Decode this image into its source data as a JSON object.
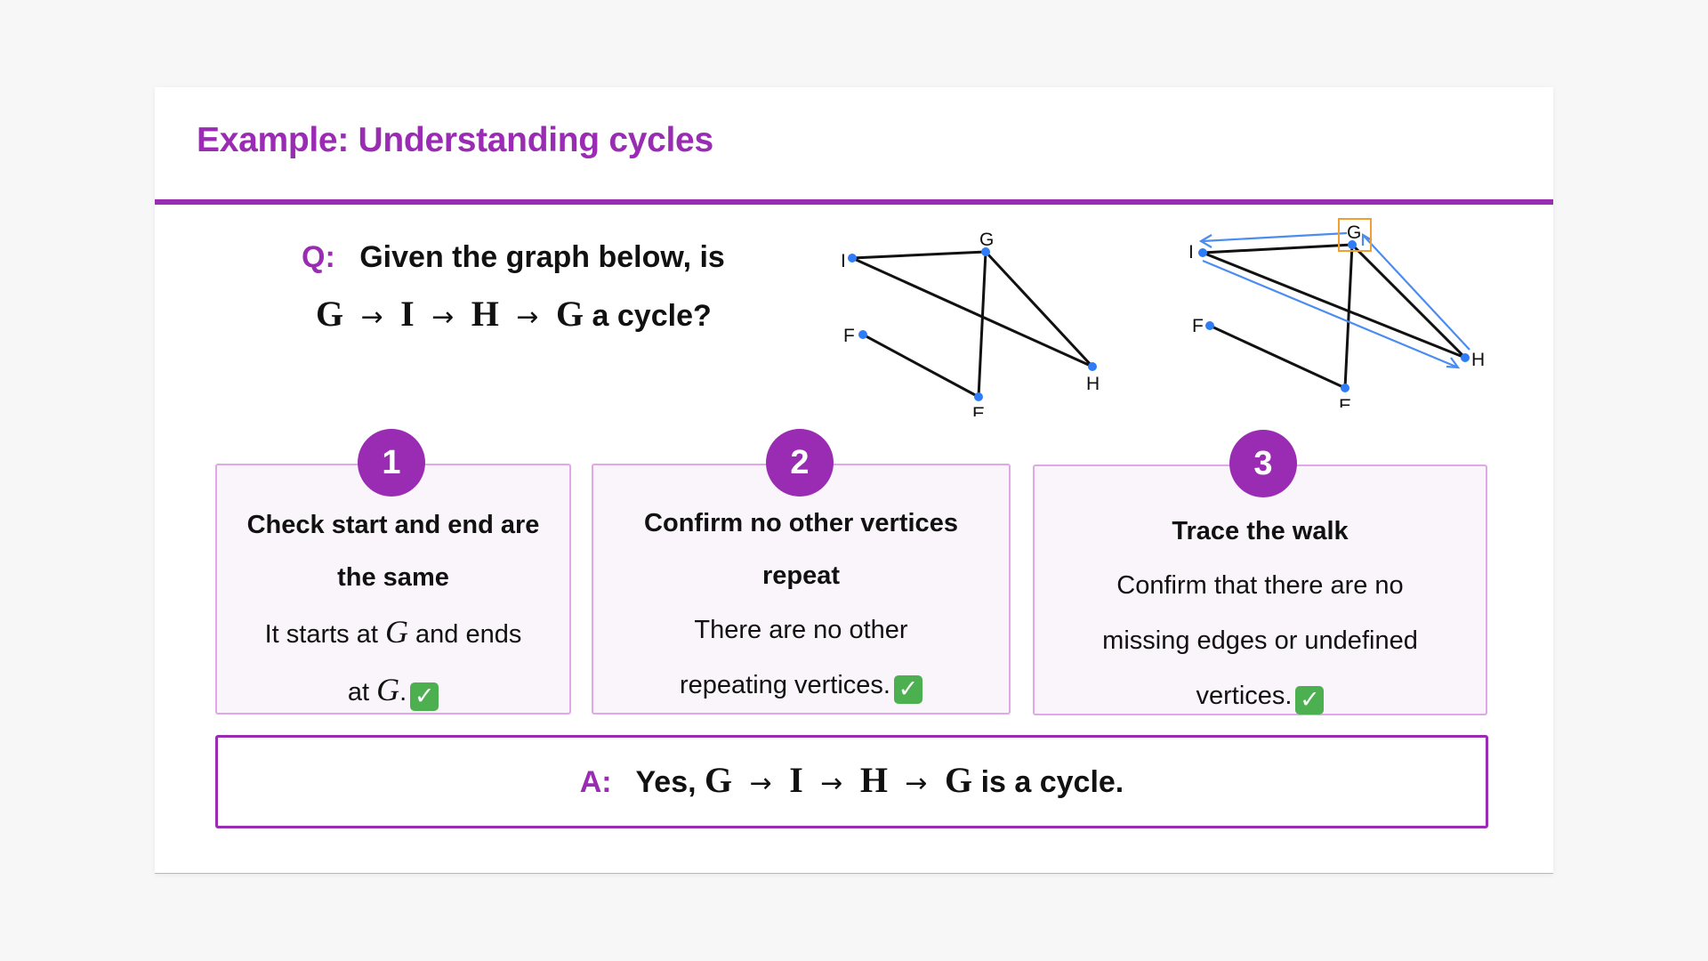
{
  "title": "Example: Understanding cycles",
  "question": {
    "tag": "Q:",
    "line1": "Given the graph below, is",
    "path": [
      "G",
      "I",
      "H",
      "G"
    ],
    "arrow": "→",
    "suffix": "a cycle?"
  },
  "graph_left": {
    "labels": {
      "G": "G",
      "I": "I",
      "F": "F",
      "E": "E",
      "H": "H"
    }
  },
  "graph_right": {
    "labels": {
      "G": "G",
      "I": "I",
      "F": "F",
      "E": "E",
      "H": "H"
    }
  },
  "steps": [
    {
      "number": "1",
      "heading": "Check start and end are the same",
      "body_a": "It starts at ",
      "var_a": "G",
      "body_b": " and ends at ",
      "var_b": "G",
      "body_c": "."
    },
    {
      "number": "2",
      "heading": "Confirm no other vertices repeat",
      "body": "There are no other repeating vertices."
    },
    {
      "number": "3",
      "heading": "Trace the walk",
      "body": "Confirm that there are no missing edges or undefined vertices."
    }
  ],
  "answer": {
    "tag": "A:",
    "prefix": "Yes,",
    "path": [
      "G",
      "I",
      "H",
      "G"
    ],
    "arrow": "→",
    "suffix": "is a cycle."
  },
  "colors": {
    "accent": "#9a2cb4",
    "node": "#2f7df6",
    "trace": "#4a8cf0",
    "highlight": "#f0a030",
    "check": "#4caf50"
  },
  "icons": {
    "check": "check-mark-icon"
  }
}
